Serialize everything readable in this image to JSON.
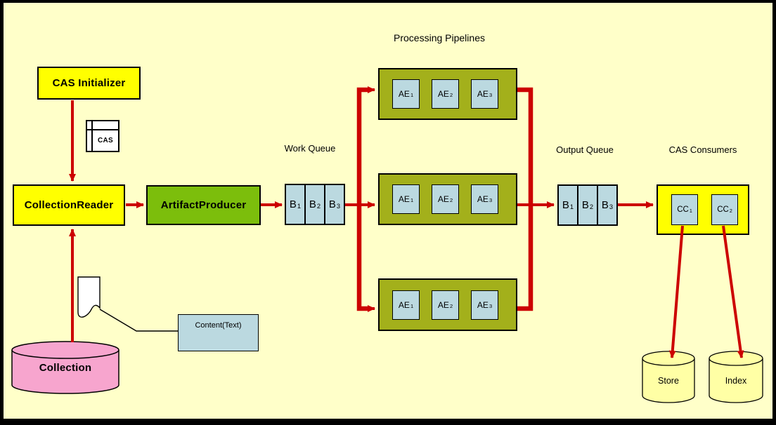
{
  "colors": {
    "background": "#FFFFC9",
    "box-yellow": "#FFFF00",
    "green-bright": "#7CBE0C",
    "green-olive": "#A3B01B",
    "cell-blue": "#BBD9E0",
    "pink": "#F7A5CE",
    "cylinder-yellow": "#FFFFA5",
    "arrow-red": "#CC0000"
  },
  "title": "Processing Pipelines",
  "nodes": {
    "cas_initializer": "CAS Initializer",
    "cas_icon": "CAS",
    "collection_reader": "CollectionReader",
    "artifact_producer": "ArtifactProducer",
    "collection": "Collection",
    "content": "Content(Text)",
    "store": "Store",
    "index": "Index"
  },
  "queues": {
    "work_label": "Work Queue",
    "output_label": "Output Queue",
    "cells": [
      {
        "base": "B",
        "sub": "1"
      },
      {
        "base": "B",
        "sub": "2"
      },
      {
        "base": "B",
        "sub": "3"
      }
    ]
  },
  "engines": [
    {
      "base": "AE",
      "sub": "1"
    },
    {
      "base": "AE",
      "sub": "2"
    },
    {
      "base": "AE",
      "sub": "3"
    }
  ],
  "consumers": {
    "label": "CAS Consumers",
    "cells": [
      {
        "base": "CC",
        "sub": "1"
      },
      {
        "base": "CC",
        "sub": "2"
      }
    ]
  }
}
